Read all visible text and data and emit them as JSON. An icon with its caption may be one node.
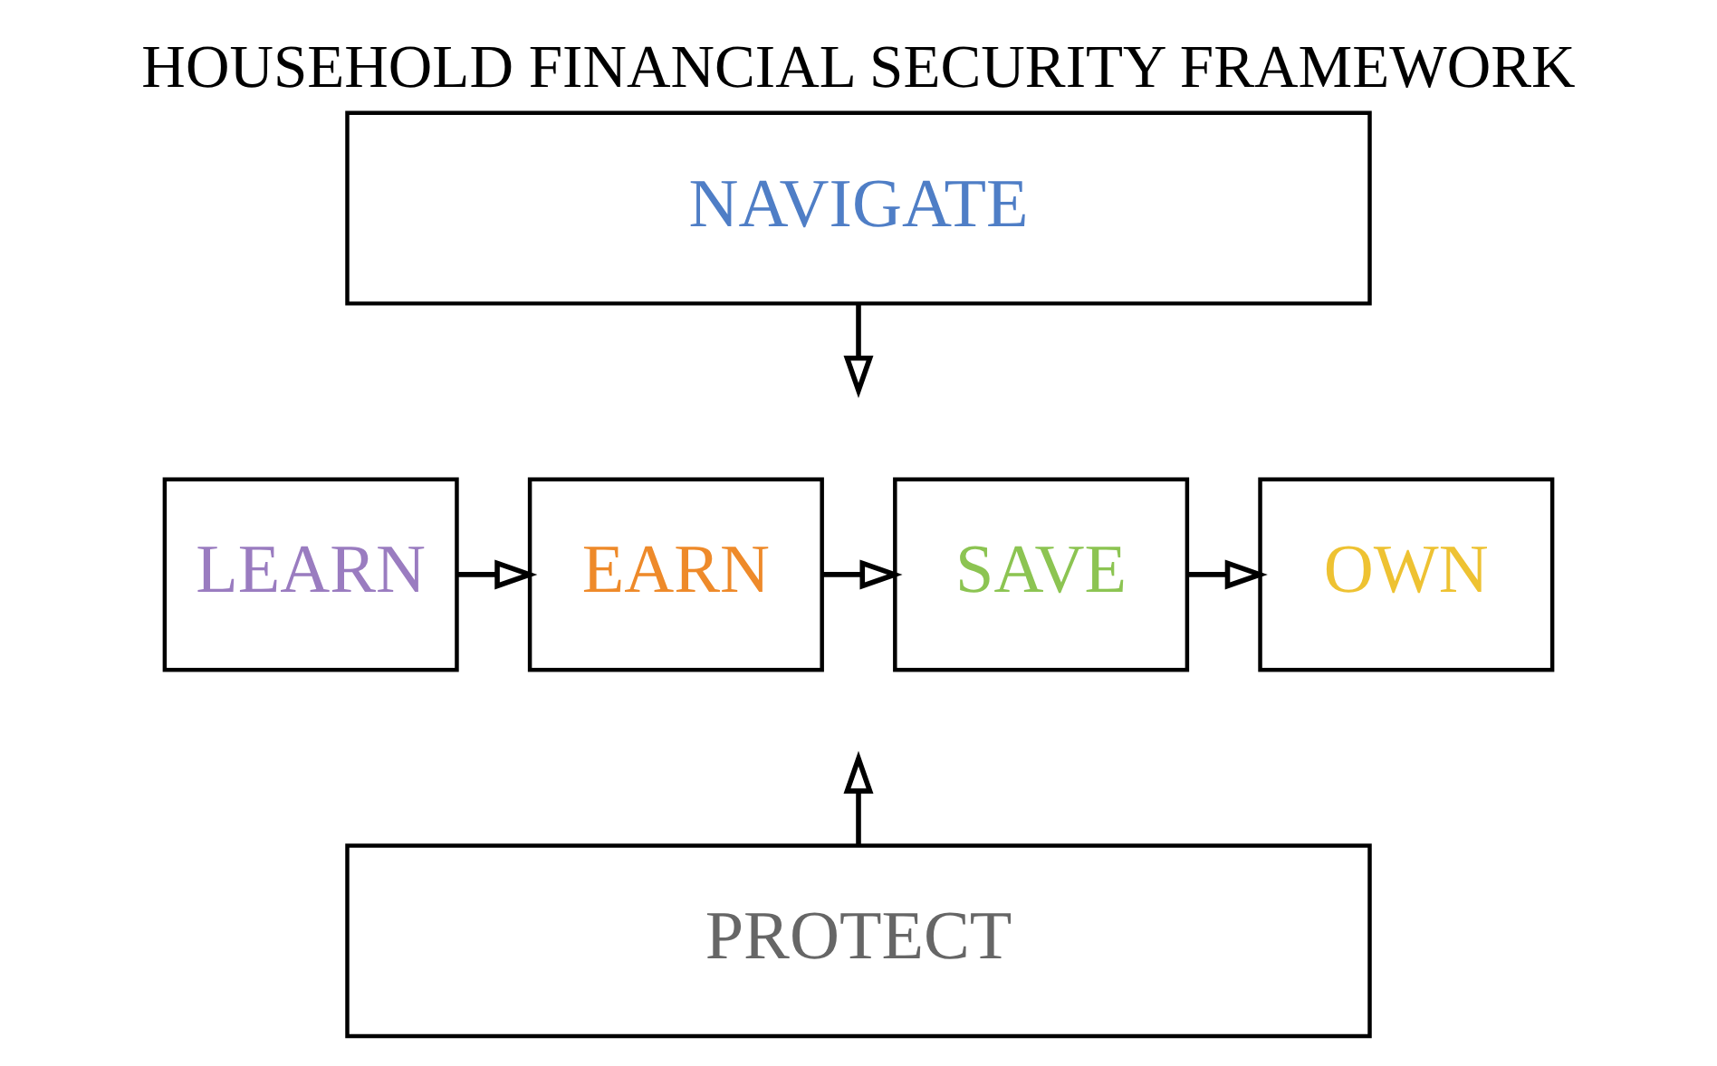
{
  "diagram": {
    "title": "HOUSEHOLD FINANCIAL SECURITY FRAMEWORK",
    "nodes": [
      {
        "text": [
          "NAVIGATE"
        ]
      },
      {
        "text": [
          "LEARN"
        ]
      },
      {
        "text": [
          "EARN"
        ]
      },
      {
        "text": [
          "SAVE"
        ]
      },
      {
        "text": [
          "OWN"
        ]
      },
      {
        "text": [
          "PROTECT"
        ]
      }
    ],
    "edges": [
      {
        "from": 1,
        "to": 2,
        "arrow": "to"
      },
      {
        "from": 2,
        "to": 3,
        "arrow": "to"
      },
      {
        "from": 3,
        "to": 4,
        "arrow": "to"
      },
      {
        "from": 0,
        "to": null,
        "arrow": "to"
      },
      {
        "from": 5,
        "to": null,
        "arrow": "to"
      }
    ]
  }
}
